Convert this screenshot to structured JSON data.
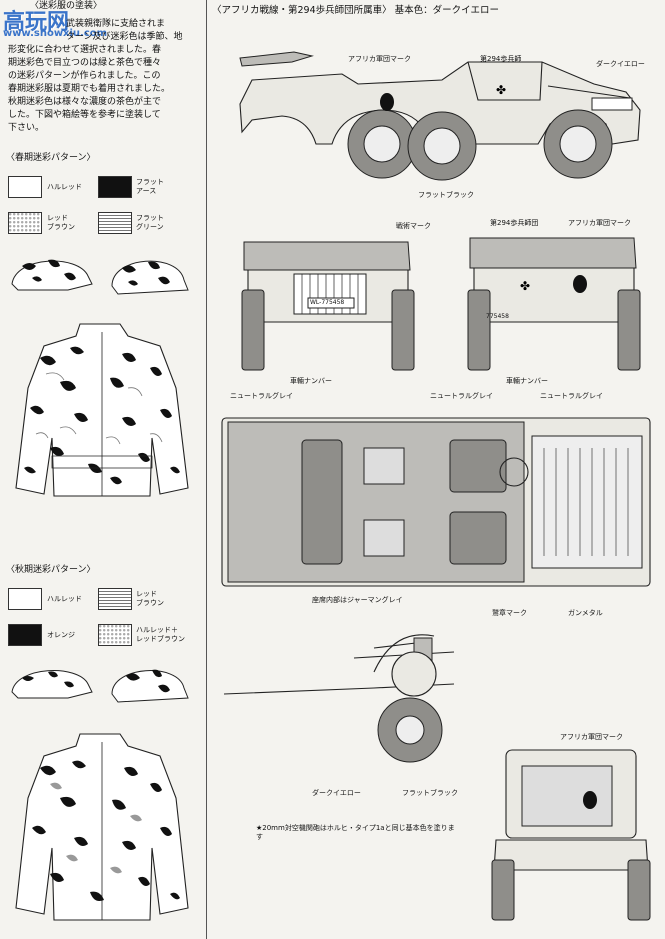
{
  "left": {
    "section_header": "〈迷彩服の塗装〉",
    "intro_lines": [
      "武装親衛隊に支給されま",
      "ターン及び迷彩色は季節、地",
      "形変化に合わせて選択されました。春",
      "期迷彩色で目立つのは緑と茶色で種々",
      "の迷彩パターンが作られました。この",
      "春期迷彩服は夏期でも着用されました。",
      "秋期迷彩色は様々な濃度の茶色が主で",
      "した。下図や箱絵等を参考に塗装して",
      "下さい。"
    ],
    "spring_title": "〈春期迷彩パターン〉",
    "spring_swatches": [
      "ハルレッド",
      "フラット\nアース",
      "レッド\nブラウン",
      "フラット\nグリーン"
    ],
    "autumn_title": "〈秋期迷彩パターン〉",
    "autumn_swatches": [
      "ハルレッド",
      "レッド\nブラウン",
      "オレンジ",
      "ハルレッド＋\nレッドブラウン"
    ]
  },
  "watermark": {
    "logo_text": "高玩网",
    "url_text": "www.showxiu.com"
  },
  "right": {
    "header": "〈アフリカ戦線・第294歩兵師団所属車〉 基本色：ダークイエロー",
    "side_view_labels": [
      "アフリカ軍団マーク",
      "第294歩兵師",
      "ダークイエロー",
      "フラットブラック"
    ],
    "front_rear_labels": [
      "戦術マーク",
      "第294歩兵師団",
      "アフリカ軍団マーク"
    ],
    "plate_front": "WL-775458",
    "plate_rear": "775458",
    "plate_caption_front": "車輛ナンバー",
    "plate_caption_rear": "車輛ナンバー",
    "top_view_labels": [
      "ニュートラルグレイ",
      "ニュートラルグレイ",
      "ニュートラルグレイ"
    ],
    "seat_caption": "座席内部はジャーマングレイ",
    "gun_labels": [
      "鷲章マーク",
      "ガンメタル",
      "ダークイエロー",
      "フラットブラック",
      "アフリカ軍団マーク"
    ],
    "gun_note": "★20mm対空機関砲はホルヒ・タイプ1aと同じ基本色を塗ります"
  },
  "colors": {
    "ハルレッド": "#ffffff",
    "フラットアース": "#111111",
    "フラットグリーン": "#f2f2f2",
    "オレンジ": "#111111"
  }
}
